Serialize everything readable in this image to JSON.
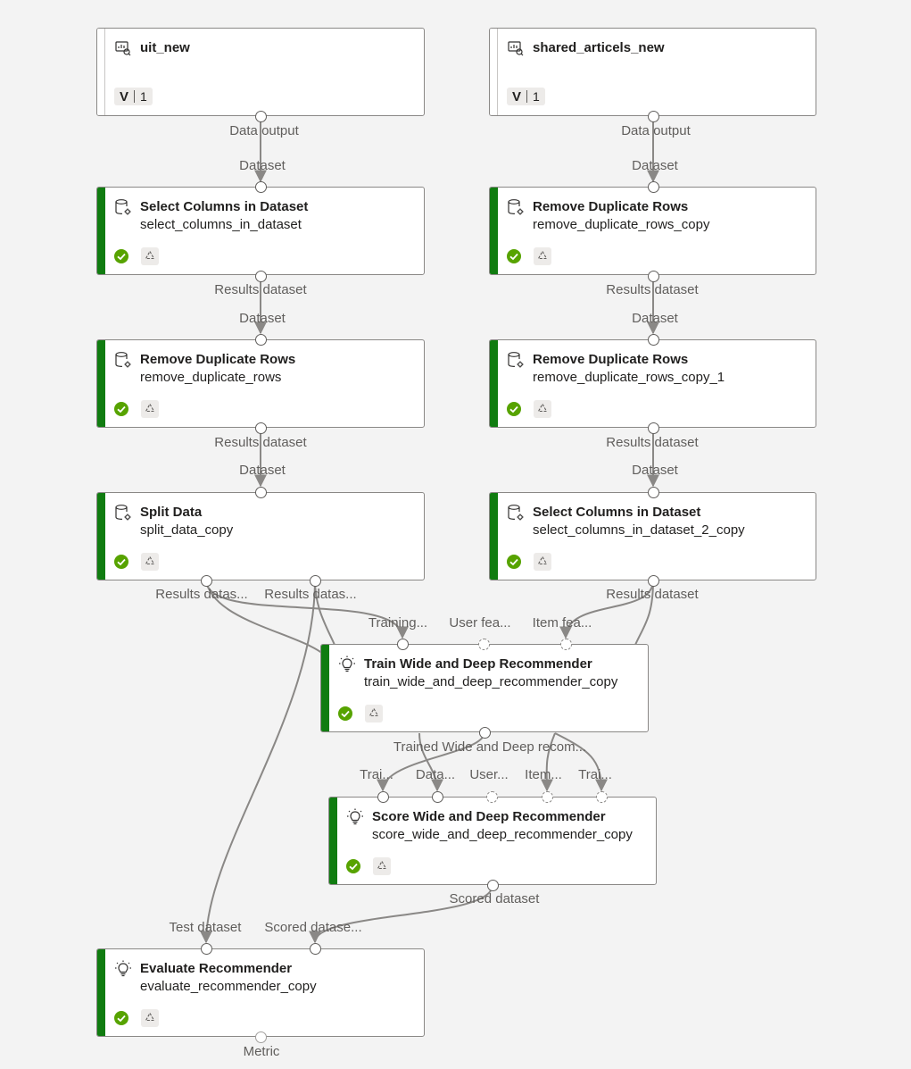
{
  "canvas": {
    "colors": {
      "background": "#f3f3f3",
      "node_border": "#8a8886",
      "status_bar": "#107c10",
      "success": "#57a300",
      "edge": "#8a8886"
    }
  },
  "nodes": {
    "uit_new": {
      "title": "uit_new",
      "icon": "dataset-icon",
      "version_letter": "V",
      "version_number": "1",
      "ports": {
        "output": "Data output"
      }
    },
    "shared_articels_new": {
      "title": "shared_articels_new",
      "icon": "dataset-icon",
      "version_letter": "V",
      "version_number": "1",
      "ports": {
        "output": "Data output"
      }
    },
    "select_columns": {
      "title": "Select Columns in Dataset",
      "subtitle": "select_columns_in_dataset",
      "icon": "database-gear-icon",
      "status": "completed",
      "ports": {
        "input": "Dataset",
        "output": "Results dataset"
      }
    },
    "remove_dup_copy": {
      "title": "Remove Duplicate Rows",
      "subtitle": "remove_duplicate_rows_copy",
      "icon": "database-gear-icon",
      "status": "completed",
      "ports": {
        "input": "Dataset",
        "output": "Results dataset"
      }
    },
    "remove_dup": {
      "title": "Remove Duplicate Rows",
      "subtitle": "remove_duplicate_rows",
      "icon": "database-gear-icon",
      "status": "completed",
      "ports": {
        "input": "Dataset",
        "output": "Results dataset"
      }
    },
    "remove_dup_copy_1": {
      "title": "Remove Duplicate Rows",
      "subtitle": "remove_duplicate_rows_copy_1",
      "icon": "database-gear-icon",
      "status": "completed",
      "ports": {
        "input": "Dataset",
        "output": "Results dataset"
      }
    },
    "split_data": {
      "title": "Split Data",
      "subtitle": "split_data_copy",
      "icon": "database-gear-icon",
      "status": "completed",
      "ports": {
        "input": "Dataset",
        "output1": "Results datas...",
        "output2": "Results datas..."
      }
    },
    "select_columns_2": {
      "title": "Select Columns in Dataset",
      "subtitle": "select_columns_in_dataset_2_copy",
      "icon": "database-gear-icon",
      "status": "completed",
      "ports": {
        "input": "Dataset",
        "output": "Results dataset"
      }
    },
    "train": {
      "title": "Train Wide and Deep Recommender",
      "subtitle": "train_wide_and_deep_recommender_copy",
      "icon": "lightbulb-icon",
      "status": "completed",
      "ports": {
        "input1": "Training...",
        "input2": "User fea...",
        "input3": "Item fea...",
        "output": "Trained Wide and Deep recom..."
      }
    },
    "score": {
      "title": "Score Wide and Deep Recommender",
      "subtitle": "score_wide_and_deep_recommender_copy",
      "icon": "lightbulb-icon",
      "status": "completed",
      "ports": {
        "input1": "Trai...",
        "input2": "Data...",
        "input3": "User...",
        "input4": "Item...",
        "input5": "Trai...",
        "output": "Scored dataset"
      }
    },
    "evaluate": {
      "title": "Evaluate Recommender",
      "subtitle": "evaluate_recommender_copy",
      "icon": "lightbulb-icon",
      "status": "completed",
      "ports": {
        "input1": "Test dataset",
        "input2": "Scored datase...",
        "output": "Metric"
      }
    }
  }
}
